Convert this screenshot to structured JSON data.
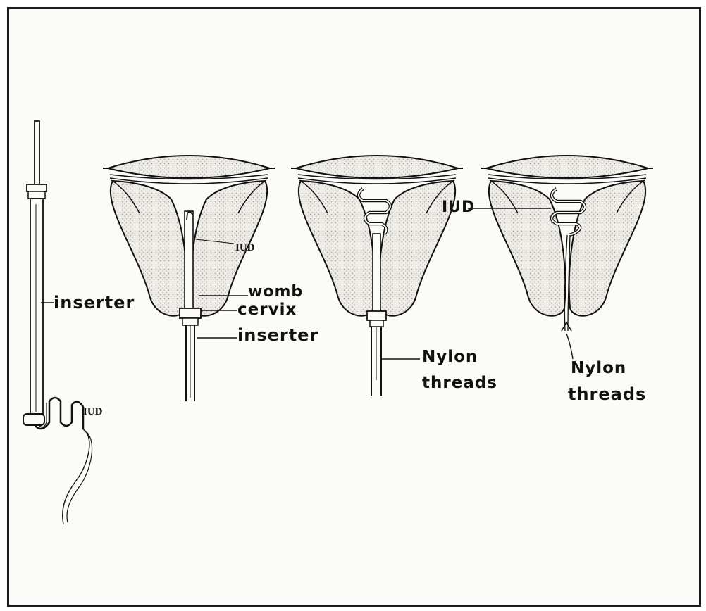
{
  "labels": {
    "inserter_left": "inserter",
    "iud_bottom": "IUD",
    "iud_fig1": "IUD",
    "womb": "womb",
    "cervix": "cervix",
    "inserter_fig1": "inserter",
    "nylon_fig2_line1": "Nylon",
    "nylon_fig2_line2": "threads",
    "iud_fig3": "IUD",
    "nylon_fig3_line1": "Nylon",
    "nylon_fig3_line2": "threads"
  }
}
